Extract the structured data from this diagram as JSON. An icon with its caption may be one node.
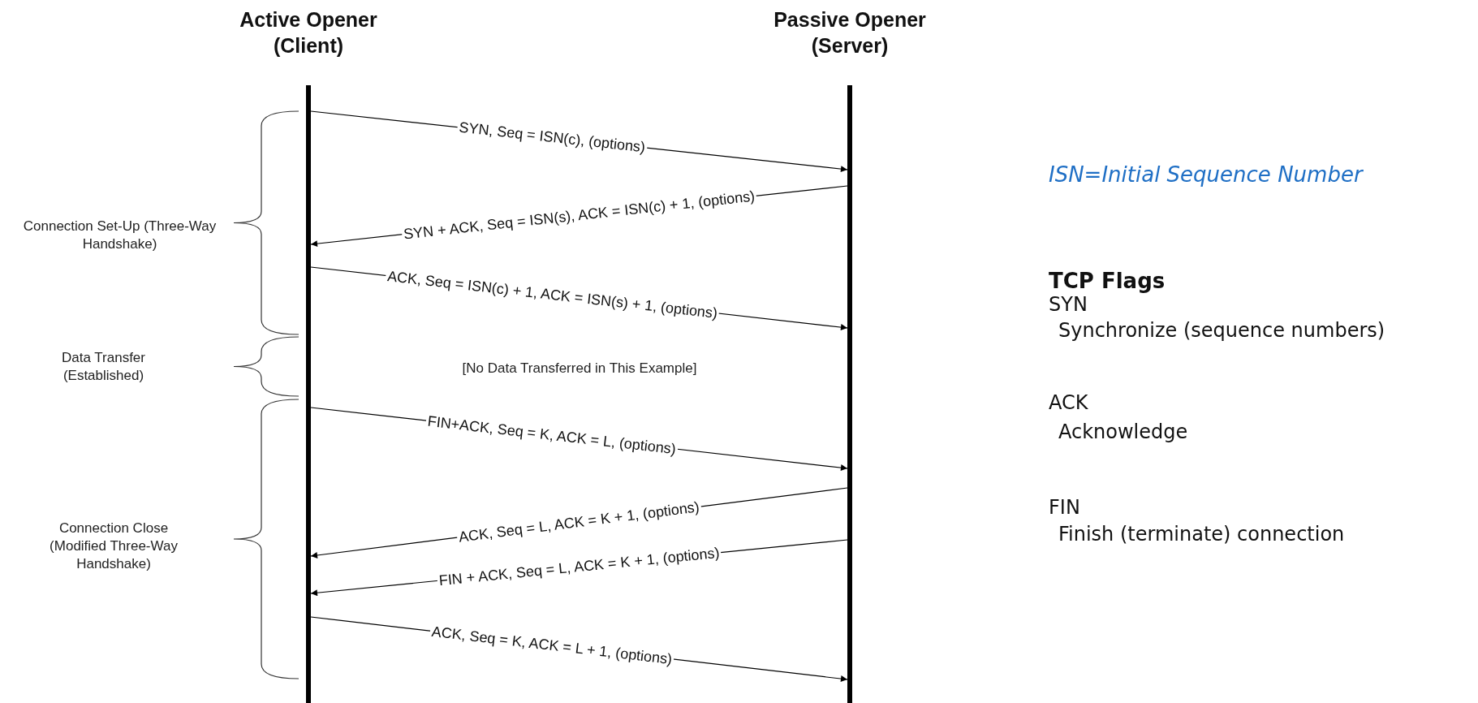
{
  "diagram": {
    "nodes": [
      {
        "text": [
          "Active Opener (Client)"
        ]
      },
      {
        "text": [
          "Passive Opener (Server)"
        ]
      }
    ],
    "edges": [
      {
        "from": 0,
        "to": 1,
        "arrow": "to",
        "label": "SYN, Seq = ISN(c), (options)"
      },
      {
        "from": 1,
        "to": 0,
        "arrow": "to",
        "label": "SYN + ACK, Seq = ISN(s), ACK = ISN(c) + 1, (options)"
      },
      {
        "from": 0,
        "to": 1,
        "arrow": "to",
        "label": "ACK, Seq = ISN(c) + 1, ACK = ISN(s) + 1, (options)"
      },
      {
        "from": 0,
        "to": 1,
        "arrow": "to",
        "label": "FIN+ACK, Seq = K, ACK = L, (options)"
      },
      {
        "from": 1,
        "to": 0,
        "arrow": "to",
        "label": "ACK, Seq = L, ACK = K + 1, (options)"
      },
      {
        "from": 1,
        "to": 0,
        "arrow": "to",
        "label": "FIN + ACK, Seq = L, ACK = K + 1, (options)"
      },
      {
        "from": 0,
        "to": 1,
        "arrow": "to",
        "label": "ACK, Seq = K, ACK = L + 1, (options)"
      }
    ],
    "labels": [
      "Connection Set-Up (Three-Way Handshake)",
      "Data Transfer (Established)",
      "[No Data Transferred in This Example]",
      "Connection Close (Modified Three-Way Handshake)",
      "ISN=Initial Sequence Number",
      "TCP Flags",
      "SYN",
      "Synchronize (sequence numbers)",
      "ACK",
      "Acknowledge",
      "FIN",
      "Finish (terminate) connection"
    ]
  }
}
